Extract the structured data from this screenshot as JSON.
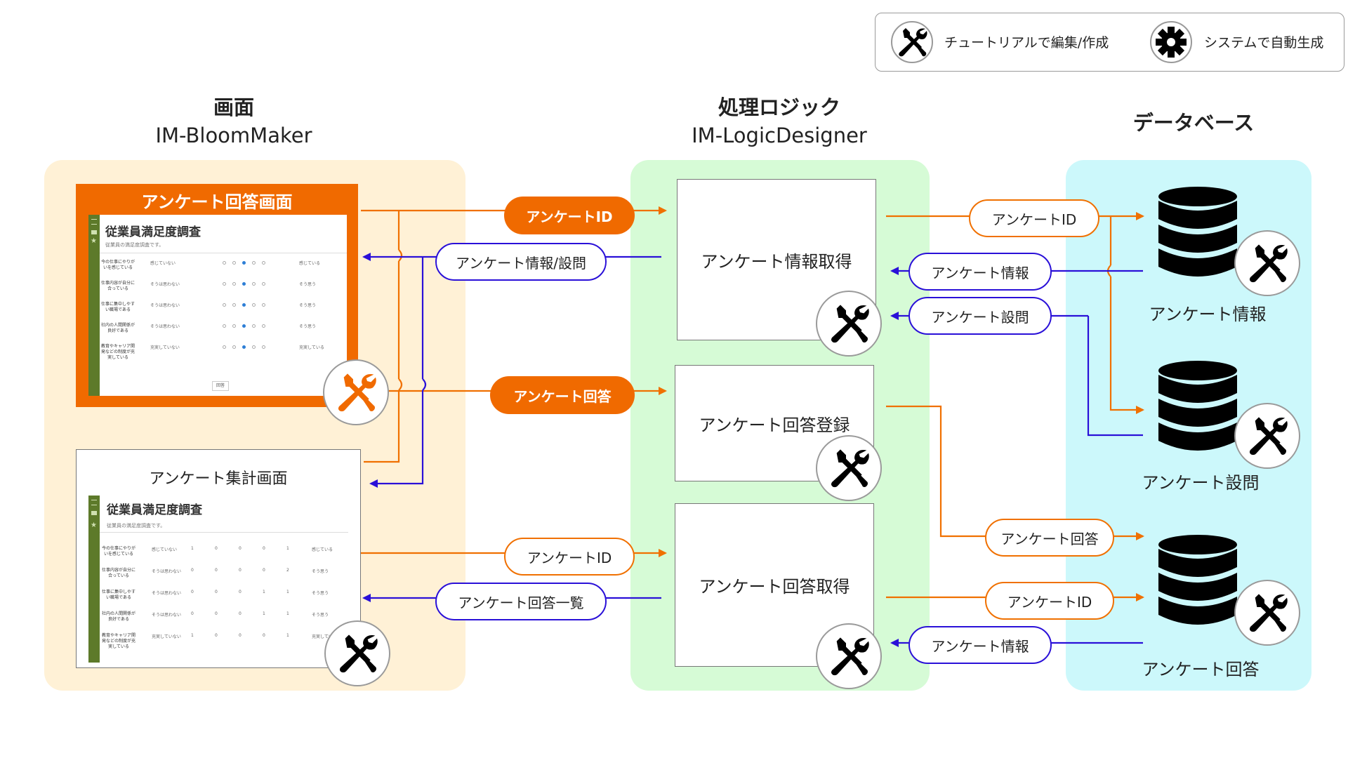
{
  "legend": {
    "tutorial_label": "チュートリアルで編集/作成",
    "auto_label": "システムで自動生成"
  },
  "columns": {
    "screen": {
      "title": "画面",
      "subtitle": "IM-BloomMaker"
    },
    "logic": {
      "title": "処理ロジック",
      "subtitle": "IM-LogicDesigner"
    },
    "db": {
      "title": "データベース"
    }
  },
  "screens": {
    "answer": {
      "title": "アンケート回答画面",
      "survey_title": "従業員満足度調査",
      "survey_desc": "従業員の満足度調査です。",
      "questions": [
        {
          "q": "今の仕事にやりがいを感じている",
          "low": "感じていない",
          "high": "感じている"
        },
        {
          "q": "仕事内容が自分に合っている",
          "low": "そうは思わない",
          "high": "そう思う"
        },
        {
          "q": "仕事に集中しやすい職場である",
          "low": "そうは思わない",
          "high": "そう思う"
        },
        {
          "q": "社内の人間関係が良好である",
          "low": "そうは思わない",
          "high": "そう思う"
        },
        {
          "q": "教育やキャリア開発などの制度が充実している",
          "low": "充実していない",
          "high": "充実している"
        }
      ],
      "submit_label": "回答"
    },
    "summary": {
      "title": "アンケート集計画面",
      "survey_title": "従業員満足度調査",
      "survey_desc": "従業員の満足度調査です。",
      "rows": [
        {
          "q": "今の仕事にやりがいを感じている",
          "low": "感じていない",
          "counts": [
            "1",
            "0",
            "0",
            "0",
            "1"
          ],
          "high": "感じている"
        },
        {
          "q": "仕事内容が自分に合っている",
          "low": "そうは思わない",
          "counts": [
            "0",
            "0",
            "0",
            "0",
            "2"
          ],
          "high": "そう思う"
        },
        {
          "q": "仕事に集中しやすい職場である",
          "low": "そうは思わない",
          "counts": [
            "0",
            "0",
            "0",
            "1",
            "1"
          ],
          "high": "そう思う"
        },
        {
          "q": "社内の人間関係が良好である",
          "low": "そうは思わない",
          "counts": [
            "0",
            "0",
            "0",
            "1",
            "1"
          ],
          "high": "そう思う"
        },
        {
          "q": "教育やキャリア開発などの制度が充実している",
          "low": "充実していない",
          "counts": [
            "1",
            "0",
            "0",
            "0",
            "1"
          ],
          "high": "充実している"
        }
      ]
    }
  },
  "logic_boxes": {
    "get_info": "アンケート情報取得",
    "register_answer": "アンケート回答登録",
    "get_answers": "アンケート回答取得"
  },
  "databases": {
    "info": "アンケート情報",
    "question": "アンケート設問",
    "answer": "アンケート回答"
  },
  "flows": {
    "survey_id_1": "アンケートID",
    "info_questions": "アンケート情報/設問",
    "answer_submit": "アンケート回答",
    "survey_id_2": "アンケートID",
    "answer_list": "アンケート回答一覧",
    "db_survey_id_1": "アンケートID",
    "db_info": "アンケート情報",
    "db_question": "アンケート設問",
    "db_answer": "アンケート回答",
    "db_survey_id_2": "アンケートID",
    "db_info_2": "アンケート情報"
  },
  "colors": {
    "orange": "#f07000",
    "blue": "#2a10d8",
    "screen_bg": "#fff1d6",
    "logic_bg": "#d6fbd6",
    "db_bg": "#ccf8fb"
  },
  "icons": {
    "tutorial": "wrench-screwdriver-icon",
    "auto": "gear-icon",
    "database": "database-icon"
  }
}
